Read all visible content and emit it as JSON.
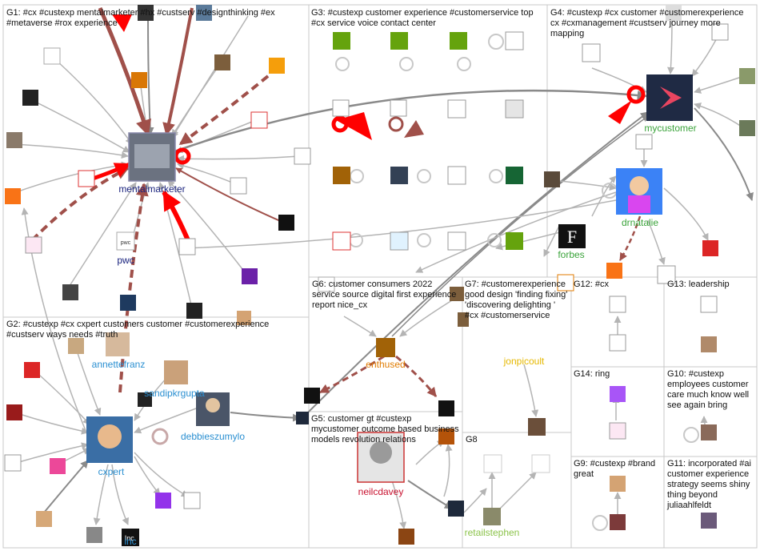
{
  "colors": {
    "edge_gray": "#b4b4b4",
    "edge_dark": "#8a8a8a",
    "edge_red": "#ff0000",
    "edge_brown": "#a0504a",
    "label_navy": "#1a237e",
    "label_blue": "#2a8fd1",
    "label_green": "#3aa33a",
    "label_orange": "#e07b00",
    "label_yellow": "#e6b800",
    "label_red": "#c8102e",
    "label_lime": "#8bc34a"
  },
  "groups": [
    {
      "label": "G1: #cx #custexp mentalmarketer #hx #custserv #designthinking #ex #metaverse #rox experience"
    },
    {
      "label": "G2: #custexp #cx cxpert customers customer #customerexperience #custserv ways needs #truth"
    },
    {
      "label": "G3: #custexp customer experience #customerservice top #cx service voice contact center"
    },
    {
      "label": "G4: #custexp #cx customer #customerexperience cx #cxmanagement #custserv journey more mapping"
    },
    {
      "label": "G5: customer gt #custexp mycustomer outcome based business models revolution relations"
    },
    {
      "label": "G6: customer consumers 2022 service source digital first experience report nice_cx"
    },
    {
      "label": "G7: #customerexperience good design 'finding fixing' 'discovering delighting ' #cx #customerservice"
    },
    {
      "label": "G8"
    },
    {
      "label": "G9: #custexp #brand great"
    },
    {
      "label": "G10: #custexp employees customer care much know well see again bring"
    },
    {
      "label": "G11: incorporated #ai customer experience strategy seems shiny thing beyond juliaahlfeldt"
    },
    {
      "label": "G12: #cx"
    },
    {
      "label": "G13: leadership"
    },
    {
      "label": "G14: ring"
    }
  ],
  "nodes": [
    {
      "id": "mentalmarketer",
      "label": "mentalmarketer",
      "color_key": "label_navy"
    },
    {
      "id": "pwc",
      "label": "pwc",
      "color_key": "label_navy"
    },
    {
      "id": "annettefranz",
      "label": "annettefranz",
      "color_key": "label_blue"
    },
    {
      "id": "sandipkrgupta",
      "label": "sandipkrgupta",
      "color_key": "label_blue"
    },
    {
      "id": "debbieszumylo",
      "label": "debbieszumylo",
      "color_key": "label_blue"
    },
    {
      "id": "cxpert",
      "label": "cxpert",
      "color_key": "label_blue"
    },
    {
      "id": "inc",
      "label": "inc",
      "color_key": "label_blue"
    },
    {
      "id": "mycustomer",
      "label": "mycustomer",
      "color_key": "label_green"
    },
    {
      "id": "drnatalie",
      "label": "drnatalie",
      "color_key": "label_green"
    },
    {
      "id": "forbes",
      "label": "forbes",
      "color_key": "label_green"
    },
    {
      "id": "enthused",
      "label": "enthused",
      "color_key": "label_orange"
    },
    {
      "id": "jonpicoult",
      "label": "jonpicoult",
      "color_key": "label_yellow"
    },
    {
      "id": "neilcdavey",
      "label": "neilcdavey",
      "color_key": "label_red"
    },
    {
      "id": "retailstephen",
      "label": "retailstephen",
      "color_key": "label_lime"
    }
  ]
}
